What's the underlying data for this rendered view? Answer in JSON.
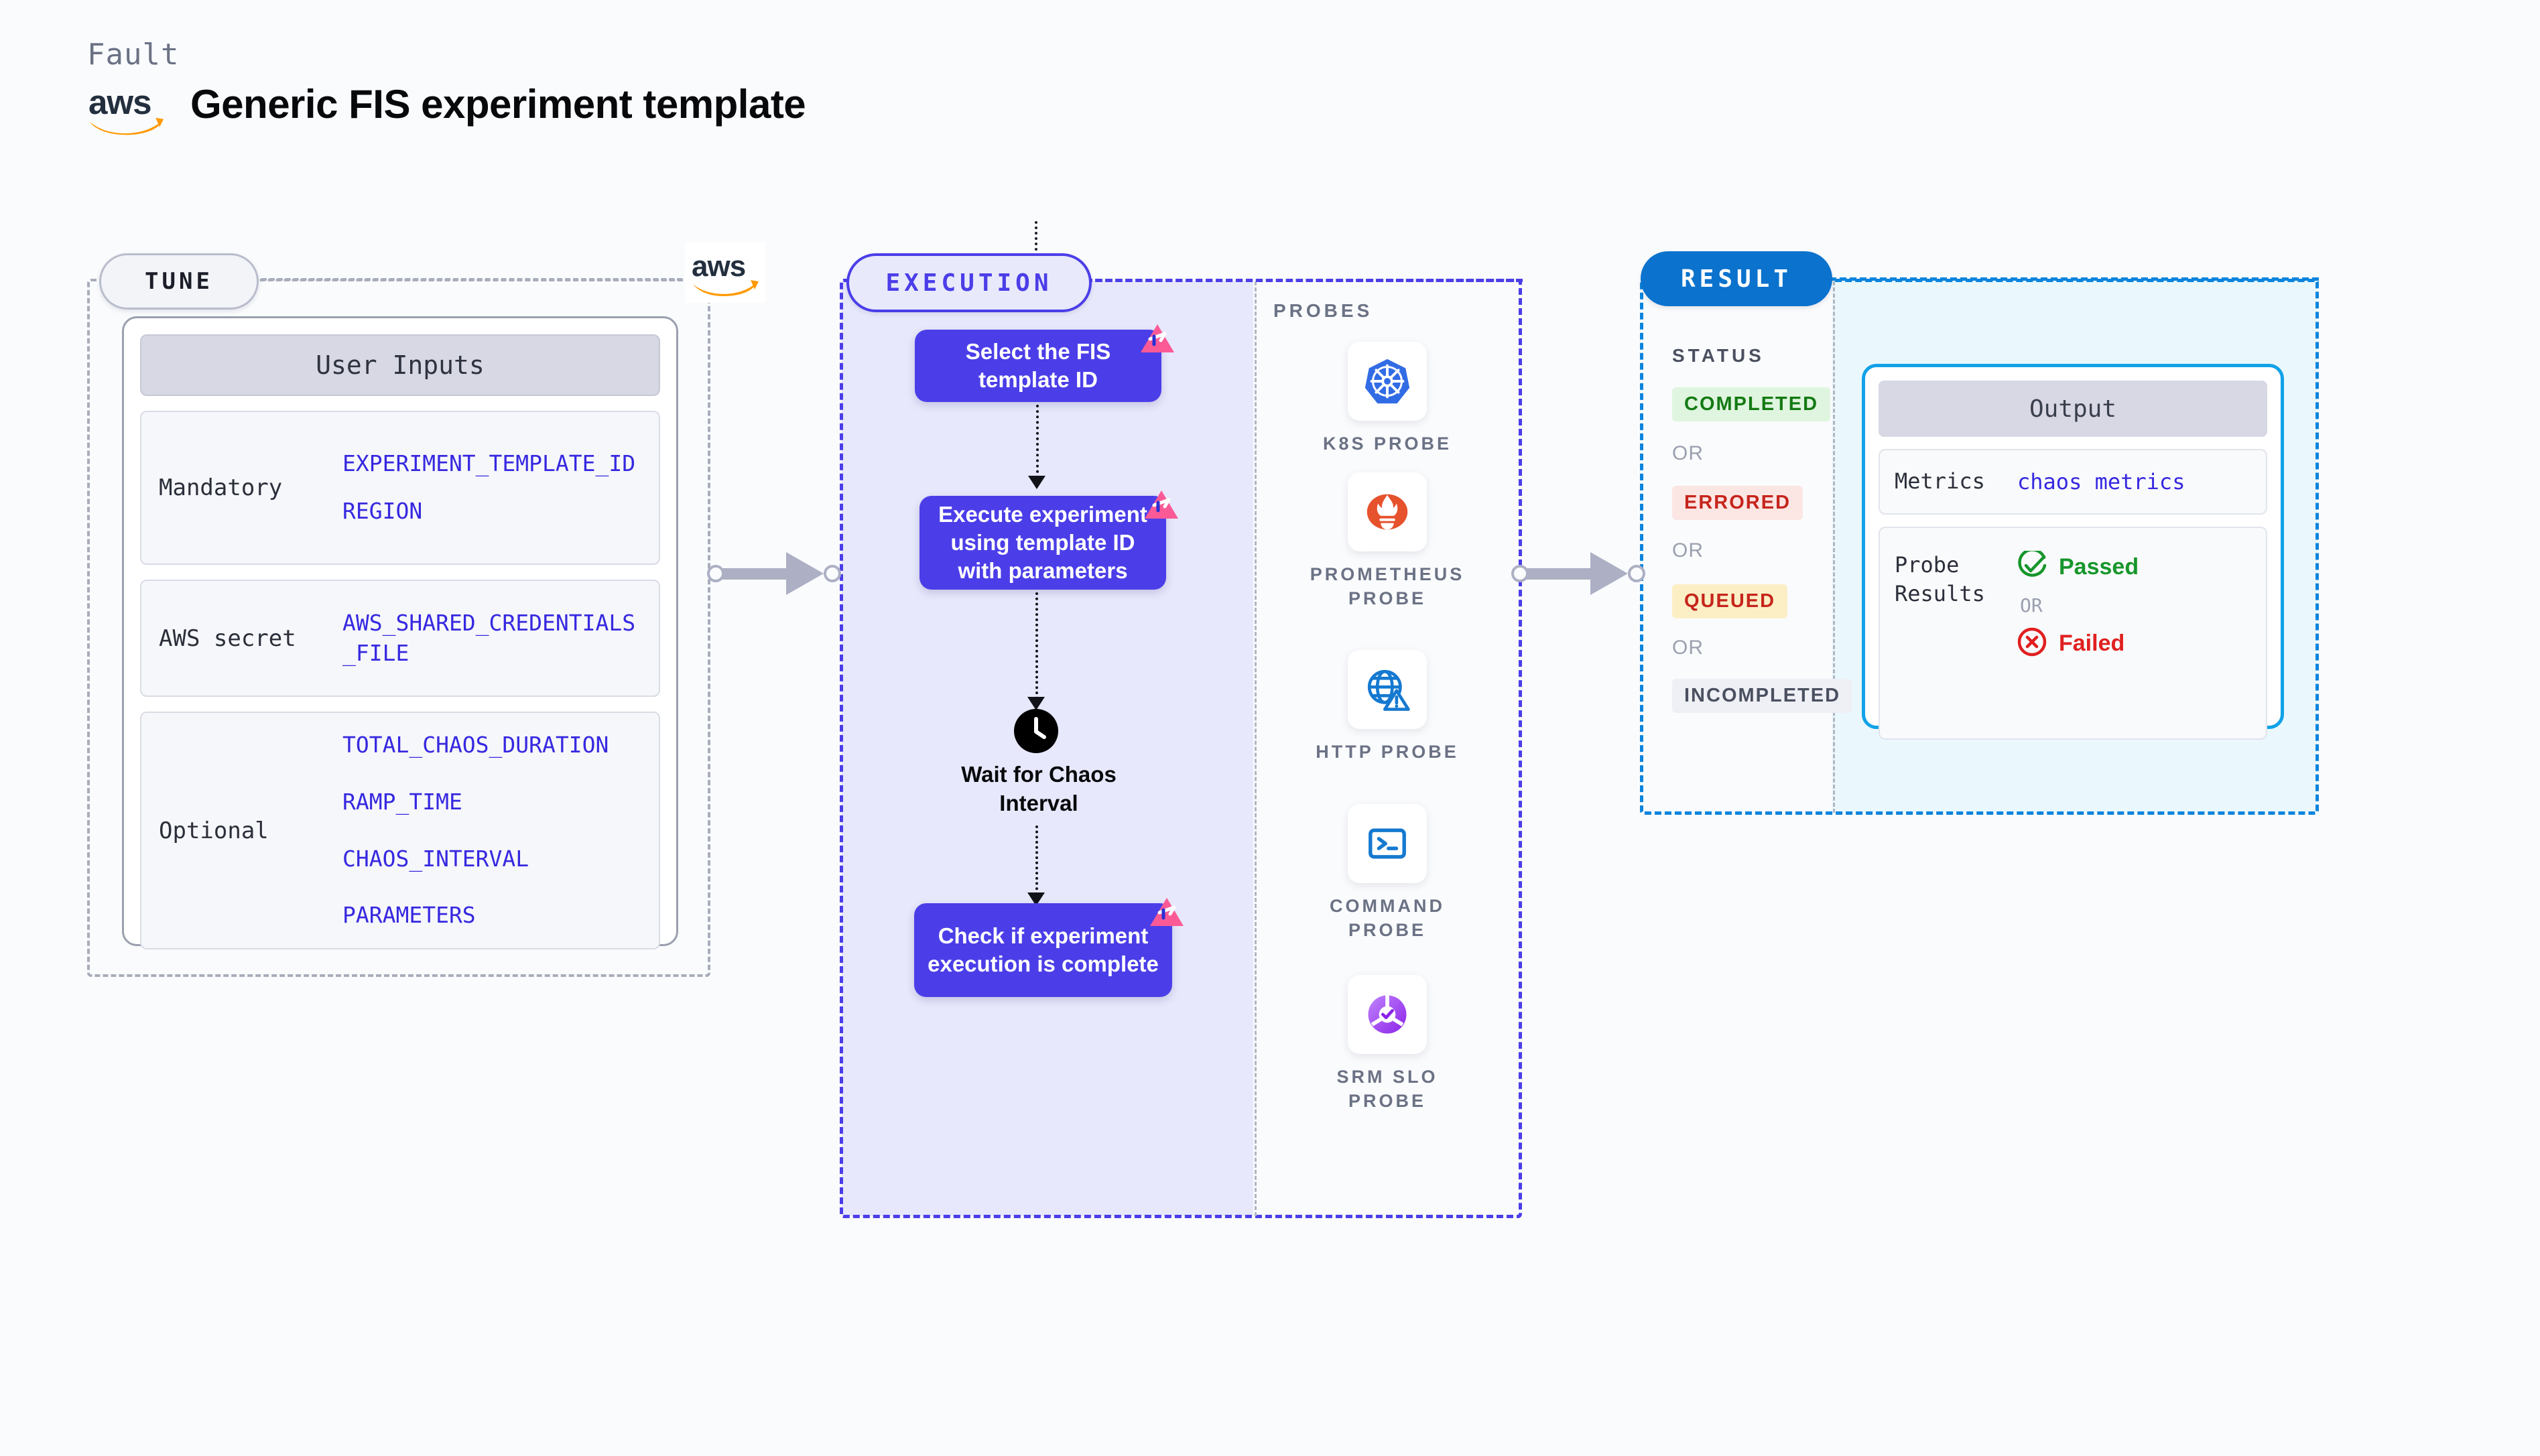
{
  "header": {
    "eyebrow": "Fault",
    "title": "Generic FIS experiment template",
    "logo_icon": "aws-logo"
  },
  "tune": {
    "badge": "TUNE",
    "card_header": "User Inputs",
    "groups": [
      {
        "label": "Mandatory",
        "vars": [
          "EXPERIMENT_TEMPLATE_ID",
          "REGION"
        ]
      },
      {
        "label": "AWS secret",
        "vars": [
          "AWS_SHARED_CREDENTIALS\n_FILE"
        ]
      },
      {
        "label": "Optional",
        "vars": [
          "TOTAL_CHAOS_DURATION",
          "RAMP_TIME",
          "CHAOS_INTERVAL",
          "PARAMETERS"
        ]
      }
    ]
  },
  "execution": {
    "badge": "EXECUTION",
    "steps": [
      {
        "label": "Select the FIS template ID",
        "mark": "litmus-mark-icon"
      },
      {
        "label": "Execute experiment using template ID with parameters",
        "mark": "litmus-mark-icon"
      },
      {
        "label": "Check if experiment execution is complete",
        "mark": "litmus-mark-icon"
      }
    ],
    "wait": {
      "icon": "clock-icon",
      "label": "Wait for Chaos Interval"
    }
  },
  "probes": {
    "title": "PROBES",
    "items": [
      {
        "label": "K8S  PROBE",
        "icon": "kubernetes-icon"
      },
      {
        "label": "PROMETHEUS PROBE",
        "icon": "prometheus-icon"
      },
      {
        "label": "HTTP  PROBE",
        "icon": "http-globe-warning-icon"
      },
      {
        "label": "COMMAND PROBE",
        "icon": "terminal-icon"
      },
      {
        "label": "SRM SLO PROBE",
        "icon": "srm-slo-icon"
      }
    ]
  },
  "result": {
    "badge": "RESULT",
    "status_title": "STATUS",
    "or_label": "OR",
    "statuses": [
      {
        "label": "COMPLETED",
        "bg": "#dff5df",
        "fg": "#147a14"
      },
      {
        "label": "ERRORED",
        "bg": "#fbe6e4",
        "fg": "#c6251c"
      },
      {
        "label": "QUEUED",
        "bg": "#fcefc6",
        "fg": "#c6251c"
      },
      {
        "label": "INCOMPLETED",
        "bg": "#eff0f5",
        "fg": "#4a5060"
      }
    ],
    "output": {
      "header": "Output",
      "metrics_label": "Metrics",
      "metrics_value": "chaos metrics",
      "probe_results_label": "Probe Results",
      "passed_label": "Passed",
      "failed_label": "Failed",
      "or_label": "OR",
      "passed_icon": "check-circle-icon",
      "failed_icon": "x-circle-icon"
    }
  },
  "colors": {
    "accent_purple": "#4b3ee8",
    "accent_blue": "#0b72cd",
    "accent_cyan": "#11a2e8",
    "aws_orange": "#ff9900",
    "pink_mark": "#fb5a96",
    "var_blue": "#3628e0"
  }
}
